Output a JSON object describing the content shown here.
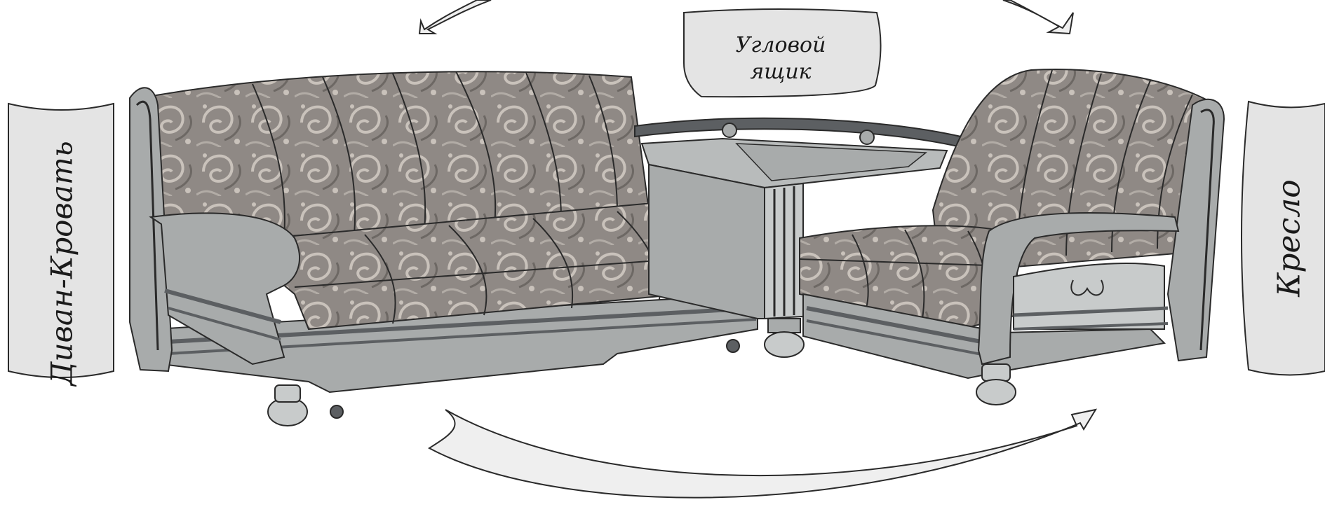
{
  "labels": {
    "sofa_bed": "Диван-Кровать",
    "armchair": "Кресло",
    "corner_box_line1": "Угловой",
    "corner_box_line2": "ящик"
  },
  "colors": {
    "background": "#ffffff",
    "label_panel": "#e4e4e4",
    "panel_border": "#2a2a2a",
    "frame_wood": "#a8abab",
    "frame_dark": "#5c5f62",
    "fabric": "#8f8985",
    "fabric_light": "#bdb7b1",
    "arrow_fill": "#efefef"
  },
  "icons": {
    "arrows": "curved-arrow-icon",
    "furniture": "corner-sofa-illustration"
  }
}
